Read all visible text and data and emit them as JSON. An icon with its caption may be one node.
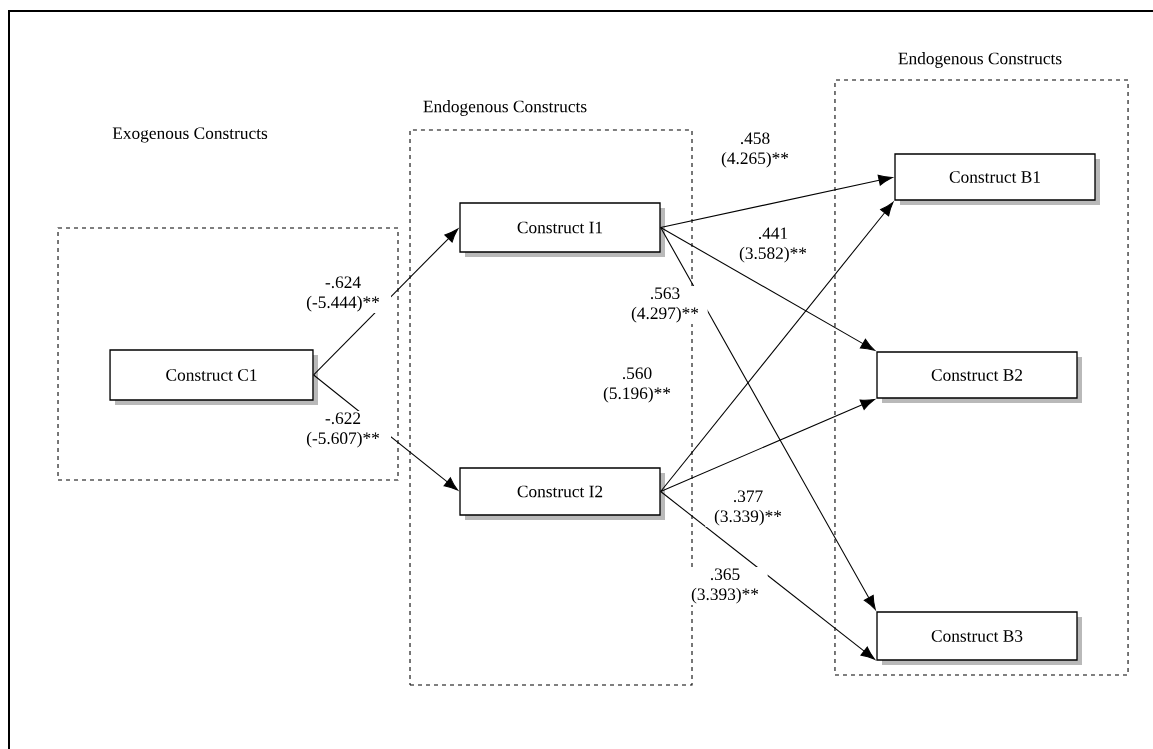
{
  "diagram": {
    "nodes": [
      {
        "text": [
          "Exogenous Constructs"
        ]
      },
      {
        "text": [
          "Construct C1"
        ],
        "in": 0
      },
      {
        "text": [
          "Endogenous Constructs"
        ]
      },
      {
        "text": [
          "Construct I1"
        ],
        "in": 2
      },
      {
        "text": [
          "Construct I2"
        ],
        "in": 2
      },
      {
        "text": [
          "Endogenous Constructs"
        ]
      },
      {
        "text": [
          "Construct B1"
        ],
        "in": 5
      },
      {
        "text": [
          "Construct B2"
        ],
        "in": 5
      },
      {
        "text": [
          "Construct B3"
        ],
        "in": 5
      }
    ],
    "edges": [
      {
        "from": 1,
        "to": 3,
        "arrow": "to",
        "label": "-.624 (-5.444)**"
      },
      {
        "from": 1,
        "to": 4,
        "arrow": "to",
        "label": "-.622 (-5.607)**"
      },
      {
        "from": 3,
        "to": 6,
        "arrow": "to",
        "label": ".458 (4.265)**"
      },
      {
        "from": 3,
        "to": 7,
        "arrow": "to",
        "label": ".441 (3.582)**"
      },
      {
        "from": 3,
        "to": 8,
        "arrow": "to",
        "label": ".563 (4.297)**"
      },
      {
        "from": 4,
        "to": 6,
        "arrow": "to",
        "label": ".560 (5.196)**"
      },
      {
        "from": 4,
        "to": 7,
        "arrow": "to",
        "label": ".377 (3.339)**"
      },
      {
        "from": 4,
        "to": 8,
        "arrow": "to",
        "label": ".365 (3.393)**"
      }
    ]
  }
}
